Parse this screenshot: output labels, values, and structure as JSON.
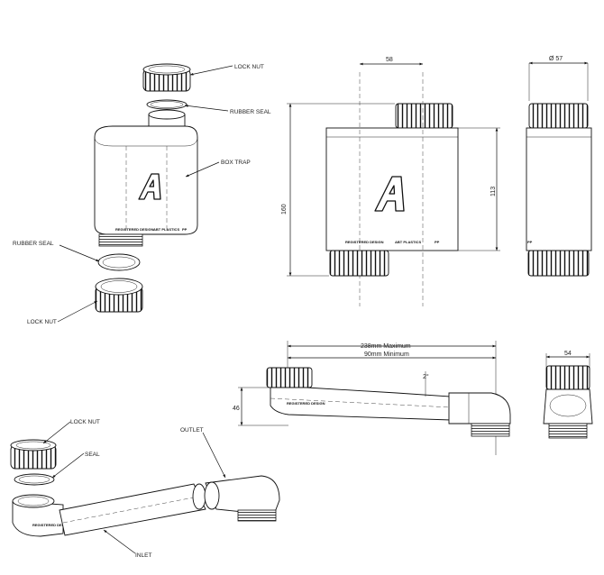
{
  "callouts": {
    "lock_nut_top": "LOCK NUT",
    "rubber_seal_top": "RUBBER SEAL",
    "box_trap": "BOX TRAP",
    "rubber_seal_bottom": "RUBBER SEAL",
    "lock_nut_bottom": "LOCK NUT",
    "lock_nut_pipe": "LOCK NUT",
    "seal_pipe": "SEAL",
    "outlet": "OUTLET",
    "inlet": "INLET"
  },
  "dimensions": {
    "width_58": "58",
    "diameter_57": "Ø 57",
    "height_160": "160",
    "height_113": "113",
    "length_max": "238mm Maximum",
    "length_min": "90mm Minimum",
    "height_46": "46",
    "angle_2": "2°",
    "width_54": "54"
  },
  "body_text": {
    "registered_design": "REGISTERED DESIGN",
    "manufacturer": "ABT PLASTICS",
    "material": "PP"
  },
  "logo_letter": "A",
  "colors": {
    "line": "#111111",
    "background": "#ffffff"
  }
}
